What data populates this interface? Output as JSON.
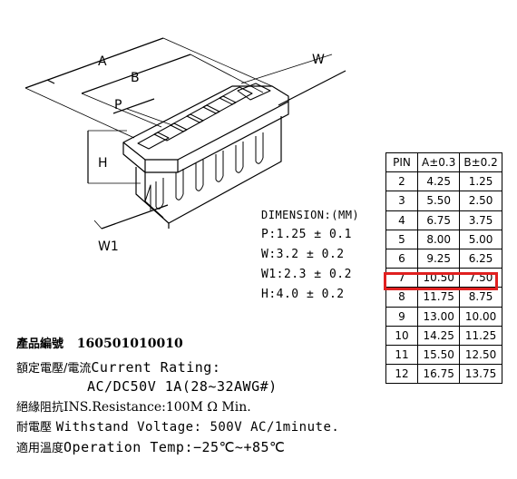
{
  "drawing": {
    "labels": {
      "a": "A",
      "b": "B",
      "p": "P",
      "w": "W",
      "h": "H",
      "w1": "W1"
    }
  },
  "dimensions": {
    "title": "DIMENSION:(MM)",
    "lines": [
      "P:1.25 ± 0.1",
      "W:3.2 ± 0.2",
      "W1:2.3 ± 0.2",
      "H:4.0 ± 0.2"
    ]
  },
  "table": {
    "headers": [
      "PIN",
      "A±0.3",
      "B±0.2"
    ],
    "rows": [
      [
        "2",
        "4.25",
        "1.25"
      ],
      [
        "3",
        "5.50",
        "2.50"
      ],
      [
        "4",
        "6.75",
        "3.75"
      ],
      [
        "5",
        "8.00",
        "5.00"
      ],
      [
        "6",
        "9.25",
        "6.25"
      ],
      [
        "7",
        "10.50",
        "7.50"
      ],
      [
        "8",
        "11.75",
        "8.75"
      ],
      [
        "9",
        "13.00",
        "10.00"
      ],
      [
        "10",
        "14.25",
        "11.25"
      ],
      [
        "11",
        "15.50",
        "12.50"
      ],
      [
        "12",
        "16.75",
        "13.75"
      ]
    ],
    "highlight_row": "7",
    "highlight_color": "#e02020"
  },
  "specs": {
    "part_label": "產品編號",
    "part_number": "160501010010",
    "rating_cjk": "額定電壓/電流",
    "rating_en": "Current Rating:",
    "rating_value": "AC/DC50V 1A(28~32AWG#)",
    "insulation_cjk": "絕緣阻抗",
    "insulation_en": "INS.Resistance:100M Ω Min.",
    "withstand_cjk": "耐電壓",
    "withstand_en": "Withstand Voltage: 500V AC/1minute.",
    "temp_cjk": "適用溫度",
    "temp_en": "Operation Temp:−25℃~+85℃"
  }
}
